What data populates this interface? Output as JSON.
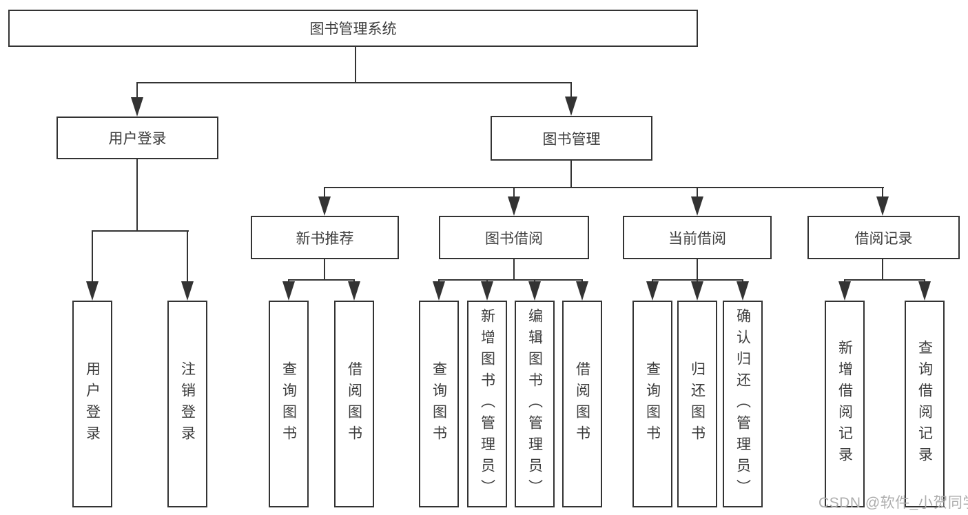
{
  "diagram": {
    "root": "图书管理系统",
    "level2": [
      "用户登录",
      "图书管理"
    ],
    "level3": [
      "新书推荐",
      "图书借阅",
      "当前借阅",
      "借阅记录"
    ],
    "leaves": {
      "user_login": [
        "用户登录",
        "注销登录"
      ],
      "new_book_recommend": [
        "查询图书",
        "借阅图书"
      ],
      "book_borrowing": [
        "查询图书",
        "新增图书（管理员）",
        "编辑图书（管理员）",
        "借阅图书"
      ],
      "current_borrowing": [
        "查询图书",
        "归还图书",
        "确认归还（管理员）"
      ],
      "borrowing_records": [
        "新增借阅记录",
        "查询借阅记录"
      ]
    },
    "watermark": "CSDN @软件_小贺同学",
    "colors": {
      "line": "#333333",
      "text": "#3d3d3d",
      "watermark": "#adadad",
      "background": "#ffffff"
    }
  }
}
